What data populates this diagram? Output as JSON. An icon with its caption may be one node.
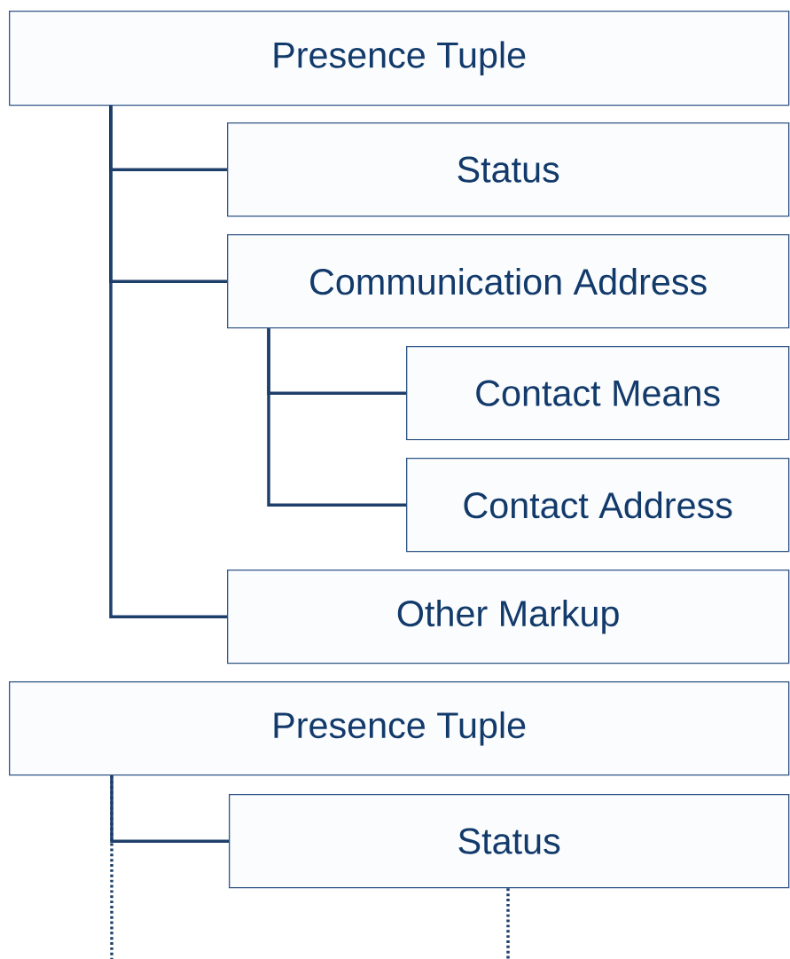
{
  "diagram": {
    "nodes": [
      {
        "text": [
          "Presence Tuple"
        ]
      },
      {
        "text": [
          "Status"
        ]
      },
      {
        "text": [
          "Communication Address"
        ]
      },
      {
        "text": [
          "Contact Means"
        ]
      },
      {
        "text": [
          "Contact Address"
        ]
      },
      {
        "text": [
          "Other Markup"
        ]
      },
      {
        "text": [
          "Presence Tuple"
        ]
      },
      {
        "text": [
          "Status"
        ]
      }
    ],
    "edges": [
      {
        "from": 0,
        "to": 1,
        "arrow": "none"
      },
      {
        "from": 0,
        "to": 2,
        "arrow": "none"
      },
      {
        "from": 0,
        "to": 5,
        "arrow": "none"
      },
      {
        "from": 2,
        "to": 3,
        "arrow": "none"
      },
      {
        "from": 2,
        "to": 4,
        "arrow": "none"
      },
      {
        "from": 6,
        "to": 7,
        "arrow": "none"
      },
      {
        "from": 6,
        "to": null,
        "arrow": "none",
        "style": "dashed"
      },
      {
        "from": 7,
        "to": null,
        "arrow": "none",
        "style": "dashed"
      }
    ]
  }
}
